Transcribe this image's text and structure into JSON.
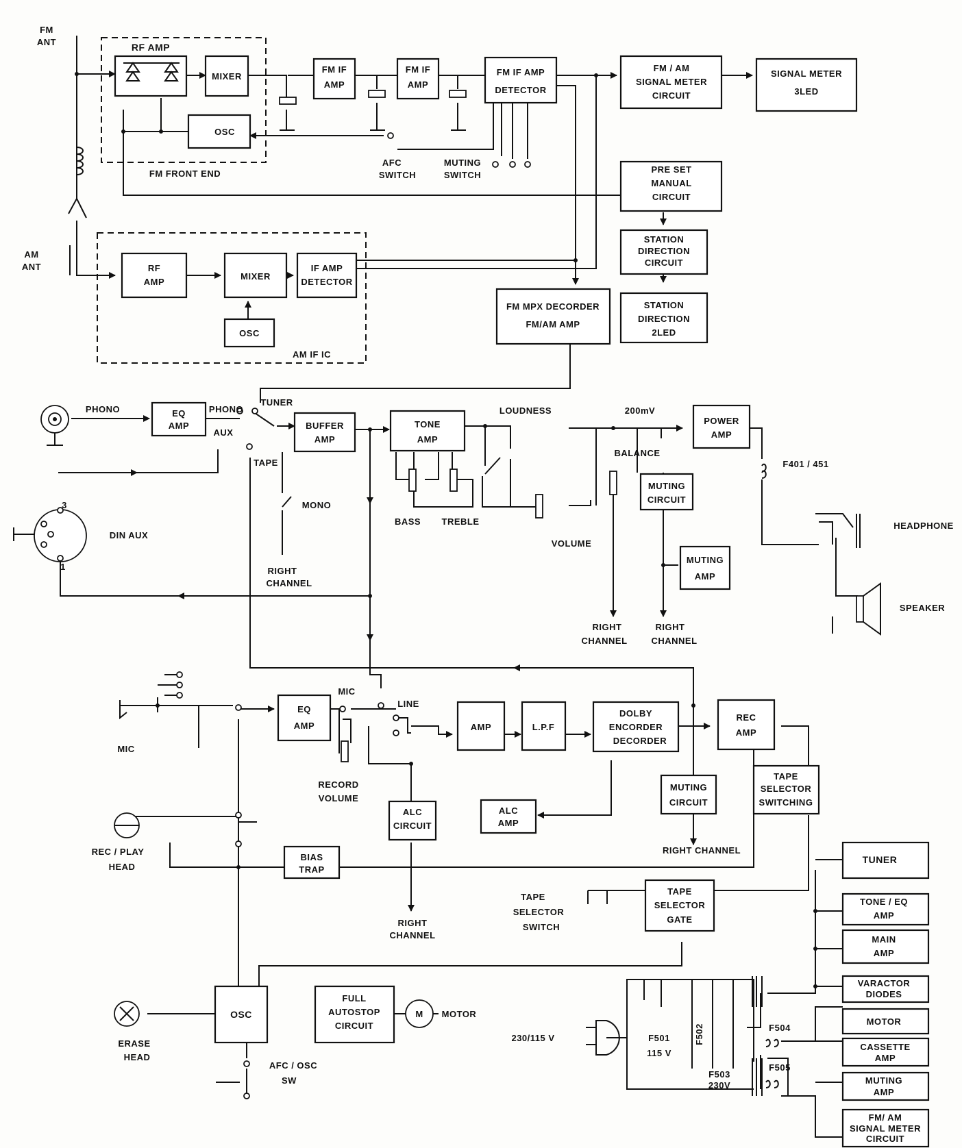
{
  "blocks": {
    "rf_amp_fm": "RF AMP",
    "mixer_fm": "MIXER",
    "osc_fm": "OSC",
    "fm_front_end": "FM   FRONT END",
    "fmif1": [
      "FM IF",
      "AMP"
    ],
    "fmif2": [
      "FM IF",
      "AMP"
    ],
    "fmif_det": [
      "FM IF AMP",
      "DETECTOR"
    ],
    "signal_meter_circuit": [
      "FM / AM",
      "SIGNAL METER",
      "CIRCUIT"
    ],
    "signal_meter_led": [
      "SIGNAL METER",
      "3LED"
    ],
    "preset": [
      "PRE  SET",
      "MANUAL",
      "CIRCUIT"
    ],
    "station_dir_circuit": [
      "STATION",
      "DIRECTION",
      "CIRCUIT"
    ],
    "station_dir_led": [
      "STATION",
      "DIRECTION",
      "2LED"
    ],
    "rf_amp_am": [
      "RF",
      "AMP"
    ],
    "mixer_am": "MIXER",
    "osc_am": "OSC",
    "if_amp_det": [
      "IF AMP",
      "DETECTOR"
    ],
    "am_if_ic": "AM  IF  IC",
    "fm_mpx": [
      "FM MPX DECORDER",
      "FM/AM AMP"
    ],
    "eq_amp_phono": [
      "EQ",
      "AMP"
    ],
    "buffer_amp": [
      "BUFFER",
      "AMP"
    ],
    "tone_amp": [
      "TONE",
      "AMP"
    ],
    "power_amp": [
      "POWER",
      "AMP"
    ],
    "muting_circuit_1": [
      "MUTING",
      "CIRCUIT"
    ],
    "muting_amp_1": [
      "MUTING",
      "AMP"
    ],
    "eq_amp_mic": [
      "EQ",
      "AMP"
    ],
    "amp": "AMP",
    "lpf": "L.P.F",
    "dolby": [
      "DOLBY",
      "ENCORDER",
      "DECORDER"
    ],
    "rec_amp": [
      "REC",
      "AMP"
    ],
    "muting_circuit_2": [
      "MUTING",
      "CIRCUIT"
    ],
    "tape_selector_switching": [
      "TAPE",
      "SELECTOR",
      "SWITCHING"
    ],
    "alc_circuit": [
      "ALC",
      "CIRCUIT"
    ],
    "alc_amp": [
      "ALC",
      "AMP"
    ],
    "bias_trap": [
      "BIAS",
      "TRAP"
    ],
    "tape_selector_gate": [
      "TAPE",
      "SELECTOR",
      "GATE"
    ],
    "osc_erase": "OSC",
    "full_autostop": [
      "FULL",
      "AUTOSTOP",
      "CIRCUIT"
    ],
    "pw_tuner": "TUNER",
    "pw_tone_eq": [
      "TONE / EQ",
      "AMP"
    ],
    "pw_main_amp": [
      "MAIN",
      "AMP"
    ],
    "pw_varactor": [
      "VARACTOR",
      "DIODES"
    ],
    "pw_motor": "MOTOR",
    "pw_cassette": [
      "CASSETTE",
      "AMP"
    ],
    "pw_muting": [
      "MUTING",
      "AMP"
    ],
    "pw_signal_meter": [
      "FM/ AM",
      "SIGNAL METER",
      "CIRCUIT"
    ]
  },
  "labels": {
    "fm_ant": [
      "FM",
      "ANT"
    ],
    "am_ant": [
      "AM",
      "ANT"
    ],
    "afc_switch": [
      "AFC",
      "SWITCH"
    ],
    "muting_switch": [
      "MUTING",
      "SWITCH"
    ],
    "phono": "PHONO",
    "phono_sel": "PHONO",
    "tuner_sel": "TUNER",
    "aux_sel": "AUX",
    "tape_sel": "TAPE",
    "mono": "MONO",
    "right_channel_1": [
      "RIGHT",
      "CHANNEL"
    ],
    "din_aux": "DIN  AUX",
    "pin3": "3",
    "pin1": "1",
    "loudness": "LOUDNESS",
    "mv200": "200mV",
    "balance": "BALANCE",
    "bass": "BASS",
    "treble": "TREBLE",
    "volume": "VOLUME",
    "right_channel_2": [
      "RIGHT",
      "CHANNEL"
    ],
    "right_channel_3": [
      "RIGHT",
      "CHANNEL"
    ],
    "f401": "F401 / 451",
    "headphone": "HEADPHONE",
    "speaker": "SPEAKER",
    "mic_sel": "MIC",
    "line_sel": "LINE",
    "mic": "MIC",
    "record_volume": [
      "RECORD",
      "VOLUME"
    ],
    "rec_play_head": [
      "REC / PLAY",
      "HEAD"
    ],
    "right_channel_4": "RIGHT CHANNEL",
    "right_channel_5": [
      "RIGHT",
      "CHANNEL"
    ],
    "tape_selector_switch": [
      "TAPE",
      "SELECTOR",
      "SWITCH"
    ],
    "erase_head": [
      "ERASE",
      "HEAD"
    ],
    "motor": "MOTOR",
    "afc_osc_sw": [
      "AFC / OSC",
      "SW"
    ],
    "mains": "230/115 V",
    "f501": [
      "F501",
      "115 V"
    ],
    "f502": "F502",
    "f503": [
      "F503",
      "230V"
    ],
    "f504": "F504",
    "f505": "F505",
    "m_symbol": "M"
  }
}
